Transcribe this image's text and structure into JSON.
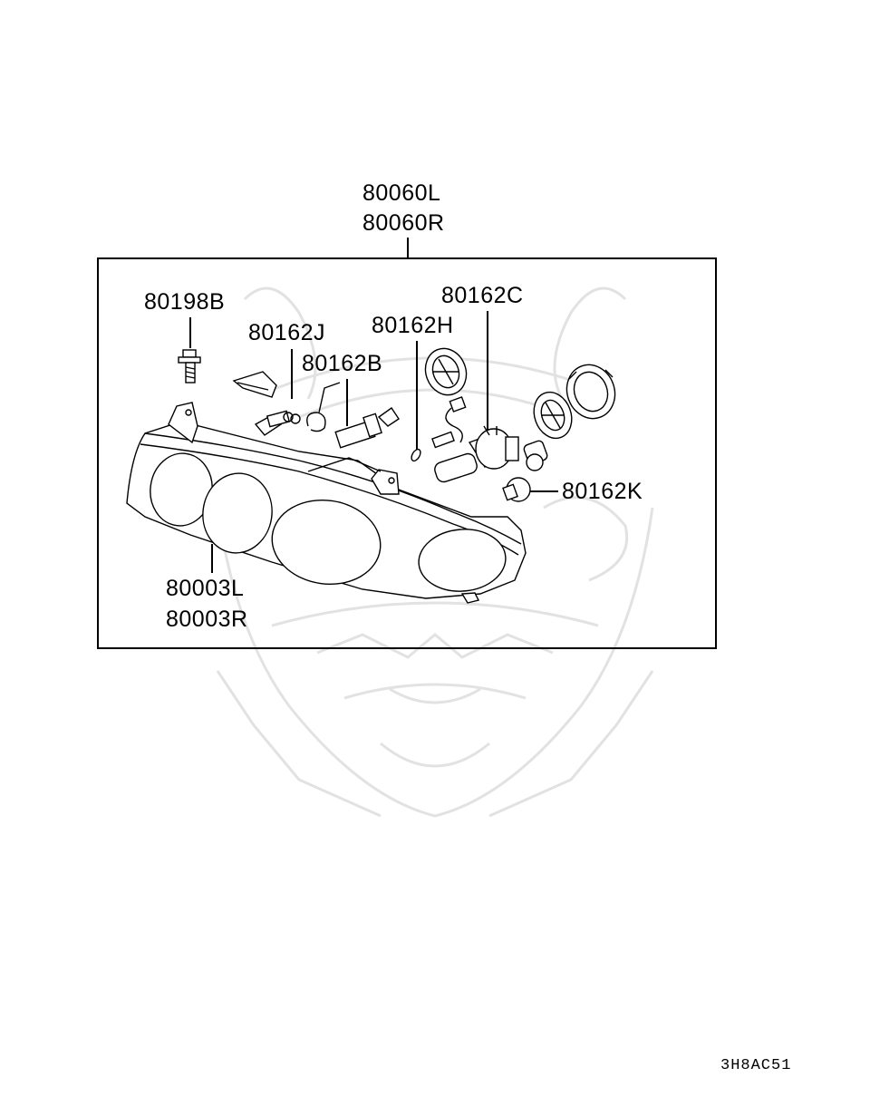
{
  "diagram": {
    "assembly_labels": [
      "80060L",
      "80060R"
    ],
    "housing_labels": [
      "80003L",
      "80003R"
    ],
    "part_labels": {
      "screw": "80198B",
      "bulb_j": "80162J",
      "bulb_b": "80162B",
      "bulb_h": "80162H",
      "bulb_c": "80162C",
      "bulb_k": "80162K"
    },
    "figure_code": "3H8AC51"
  }
}
